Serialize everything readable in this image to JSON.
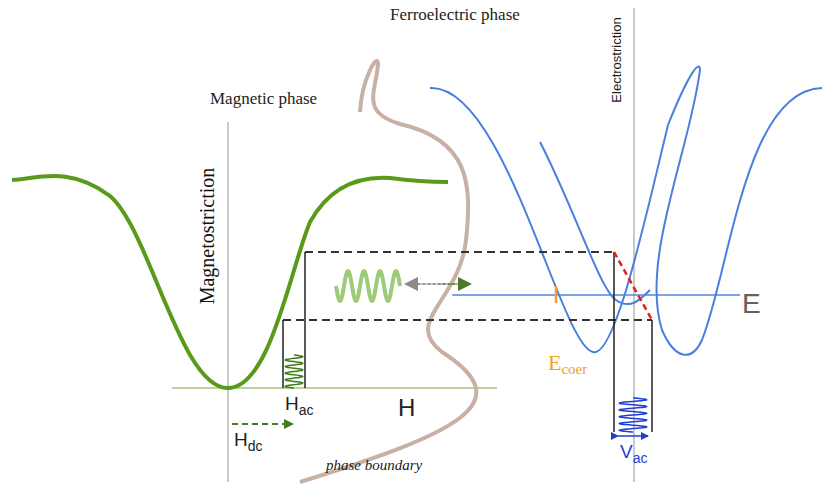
{
  "diagram": {
    "labels": [
      "Magnetic phase",
      "Ferroelectric phase",
      "Magnetostriction",
      "Electrostriction",
      "phase boundary",
      "H",
      "ac",
      "H",
      "dc",
      "H",
      "E",
      "E",
      "coer",
      "V",
      "ac"
    ]
  }
}
